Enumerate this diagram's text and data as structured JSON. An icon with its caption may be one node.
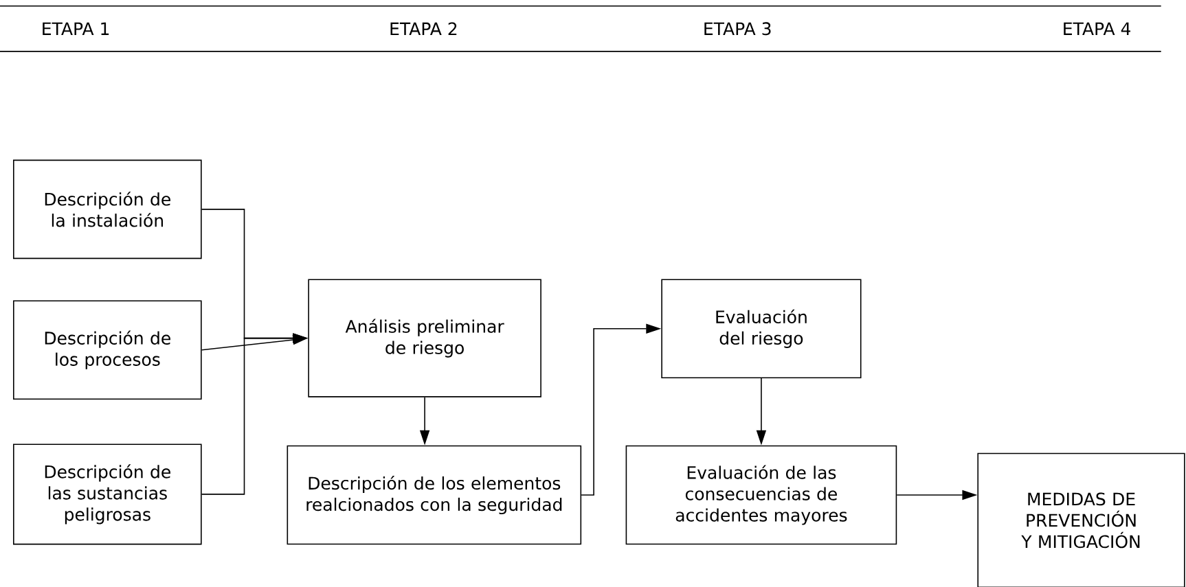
{
  "diagram": {
    "nodes": [
      {
        "text": [
          "Descripción de la instalación"
        ]
      },
      {
        "text": [
          "Descripción de los procesos"
        ]
      },
      {
        "text": [
          "Descripción de las sustancias peligrosas"
        ]
      },
      {
        "text": [
          "Análisis preliminar de riesgo"
        ]
      },
      {
        "text": [
          "Descripción de los elementos realcionados con la seguridad"
        ]
      },
      {
        "text": [
          "Evaluación del riesgo"
        ]
      },
      {
        "text": [
          "Evaluación de las consecuencias de accidentes mayores"
        ]
      },
      {
        "text": [
          "MEDIDAS DE PREVENCIÓN Y MITIGACIÓN"
        ]
      }
    ],
    "edges": [
      {
        "from": 0,
        "to": 3,
        "arrow": "to"
      },
      {
        "from": 1,
        "to": 3,
        "arrow": "to"
      },
      {
        "from": 2,
        "to": 3,
        "arrow": "to"
      },
      {
        "from": 3,
        "to": 4,
        "arrow": "to"
      },
      {
        "from": 4,
        "to": 5,
        "arrow": "to"
      },
      {
        "from": 5,
        "to": 6,
        "arrow": "to"
      },
      {
        "from": 6,
        "to": 7,
        "arrow": "to"
      }
    ],
    "labels": [
      "ETAPA 1",
      "ETAPA 2",
      "ETAPA 3",
      "ETAPA 4"
    ]
  }
}
